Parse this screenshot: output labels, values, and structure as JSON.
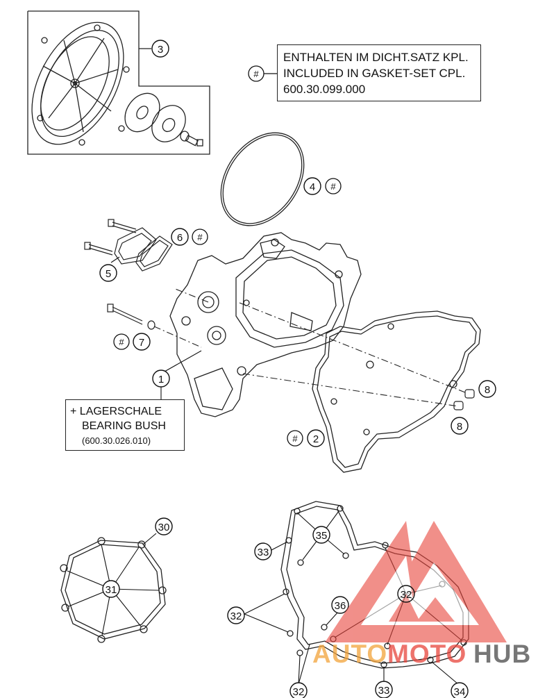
{
  "callouts": {
    "c1": "1",
    "c2": "2",
    "c3": "3",
    "c4": "4",
    "c5": "5",
    "c6": "6",
    "c7": "7",
    "c8a": "8",
    "c8b": "8",
    "c30": "30",
    "c31": "31",
    "c32a": "32",
    "c32b": "32",
    "c32c": "32",
    "c33a": "33",
    "c33b": "33",
    "c34": "34",
    "c35": "35",
    "c36": "36"
  },
  "gasket_marker": "#",
  "notes": {
    "gasket": {
      "line1": "ENTHALTEN IM DICHT.SATZ KPL.",
      "line2": "INCLUDED IN GASKET-SET CPL.",
      "line3": "600.30.099.000"
    },
    "bearing": {
      "line1": "+ LAGERSCHALE",
      "line2": "BEARING BUSH",
      "line3": "(600.30.026.010)"
    }
  },
  "watermark": {
    "text_auto": "AUTO",
    "text_moto": "MOTO",
    "text_hub": "HUB",
    "color_red": "#e8453c",
    "color_orange": "#f2a33a",
    "color_grey": "#4a4a4a"
  }
}
